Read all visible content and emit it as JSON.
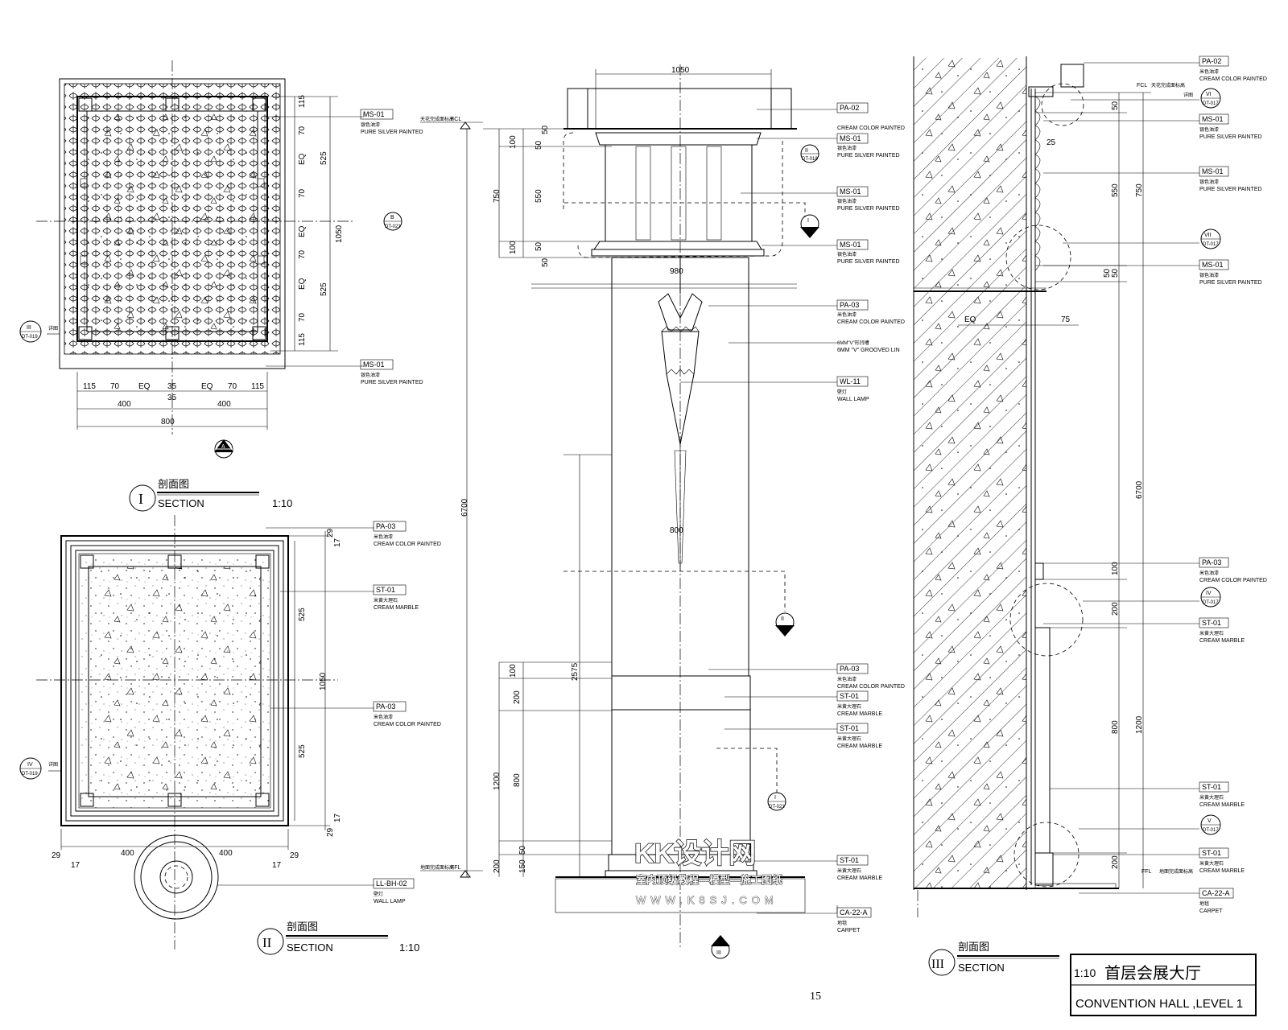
{
  "sheet": {
    "page_number": "15",
    "title_zh": "首层会展大厅",
    "title_en": "CONVENTION HALL ,LEVEL 1",
    "scale": "1:10"
  },
  "watermark": {
    "brand": "KK设计网",
    "tagline": "室内顶级教程—模型—施工图纸",
    "url": "WWW.K8SJ.COM"
  },
  "section_i": {
    "num": "I",
    "title_zh": "剖面图",
    "title_en": "SECTION",
    "scale": "1:10",
    "bottom_dims": [
      "115",
      "70",
      "EQ",
      "35",
      "EQ",
      "70",
      "115"
    ],
    "mid_dims": [
      "400",
      "35",
      "400"
    ],
    "total_dim": "800",
    "right_dims": [
      "115",
      "70",
      "EQ",
      "70",
      "EQ",
      "70",
      "EQ",
      "70",
      "115"
    ],
    "outer_dims": [
      "525",
      "1050",
      "525"
    ],
    "tags": [
      {
        "code": "MS-01",
        "zh": "银色油漆",
        "en": "PURE SILVER PAINTED"
      },
      {
        "code": "MS-01",
        "zh": "银色油漆",
        "en": "PURE SILVER PAINTED"
      }
    ],
    "marker_b": {
      "letter": "B",
      "ref": "DT-021"
    },
    "marker_a": "A",
    "detail_left": {
      "num": "III",
      "ref": "DT-019",
      "label": "详图"
    }
  },
  "section_ii": {
    "num": "II",
    "title_zh": "剖面图",
    "title_en": "SECTION",
    "scale": "1:10",
    "top_dims": [
      "29",
      "17"
    ],
    "right_dims": [
      "525",
      "1050",
      "525"
    ],
    "bottom_right_dims": [
      "17",
      "29"
    ],
    "bottom_dims": [
      "29",
      "17",
      "400",
      "400",
      "17",
      "29"
    ],
    "tags": [
      {
        "code": "PA-03",
        "zh": "米色油漆",
        "en": "CREAM COLOR PAINTED"
      },
      {
        "code": "ST-01",
        "zh": "米黄大理石",
        "en": "CREAM MARBLE"
      },
      {
        "code": "PA-03",
        "zh": "米色油漆",
        "en": "CREAM COLOR PAINTED"
      },
      {
        "code": "LL-BH-02",
        "zh": "壁灯",
        "en": "WALL LAMP"
      }
    ],
    "detail_left": {
      "num": "IV",
      "ref": "DT-019",
      "label": "详图"
    }
  },
  "elevation": {
    "top_dim": "1050",
    "ffl_top": "FCL",
    "ffl_top_zh": "天花完成面标高",
    "ffl_bottom": "FFL",
    "ffl_bottom_zh": "地面完成面标高",
    "left_dims": [
      "50",
      "100",
      "50",
      "750",
      "550",
      "100",
      "50",
      "50"
    ],
    "overall_height": "6700",
    "lamp_height": "2575",
    "base_dims": [
      "100",
      "200",
      "1200",
      "800",
      "200",
      "150",
      "50"
    ],
    "width_labels": [
      "980",
      "800"
    ],
    "tags": [
      {
        "code": "PA-02",
        "zh": "米色油漆",
        "en": "CREAM COLOR PAINTED"
      },
      {
        "code": "MS-01",
        "zh": "银色油漆",
        "en": "PURE SILVER PAINTED"
      },
      {
        "code": "MS-01",
        "zh": "银色油漆",
        "en": "PURE SILVER PAINTED"
      },
      {
        "code": "MS-01",
        "zh": "银色油漆",
        "en": "PURE SILVER PAINTED"
      },
      {
        "code": "PA-03",
        "zh": "米色油漆",
        "en": "CREAM COLOR PAINTED"
      },
      {
        "code": "",
        "zh": "6MM\"V\"形凹槽",
        "en": "6MM \"V\" GROOVED LIN"
      },
      {
        "code": "WL-11",
        "zh": "壁灯",
        "en": "WALL LAMP"
      },
      {
        "code": "PA-03",
        "zh": "米色油漆",
        "en": "CREAM COLOR PAINTED"
      },
      {
        "code": "ST-01",
        "zh": "米黄大理石",
        "en": "CREAM MARBLE"
      },
      {
        "code": "ST-01",
        "zh": "米黄大理石",
        "en": "CREAM MARBLE"
      },
      {
        "code": "ST-01",
        "zh": "米黄大理石",
        "en": "CREAM MARBLE"
      },
      {
        "code": "CA-22-A",
        "zh": "地毯",
        "en": "CARPET"
      }
    ],
    "marker_ii_ref": {
      "num": "II",
      "ref": "DT-018"
    },
    "marker_i": "I",
    "marker_ii": "II",
    "marker_iii": "III",
    "marker_i_b": {
      "num": "I",
      "ref": "DT-021"
    }
  },
  "section_iii": {
    "num": "III",
    "title_zh": "剖面图",
    "title_en": "SECTION",
    "ffl_top": "FCL",
    "ffl_top_zh": "天花完成面标高",
    "ffl_bottom": "FFL",
    "ffl_bottom_zh": "地面完成面标高",
    "right_dims": [
      "50",
      "25",
      "550",
      "50",
      "50",
      "750",
      "6700",
      "100",
      "200",
      "1200",
      "800",
      "200"
    ],
    "eq_label": "EQ",
    "eq_dim": "75",
    "tags": [
      {
        "code": "PA-02",
        "zh": "米色油漆",
        "en": "CREAM COLOR PAINTED"
      },
      {
        "code": "MS-01",
        "zh": "银色油漆",
        "en": "PURE SILVER PAINTED"
      },
      {
        "code": "MS-01",
        "zh": "银色油漆",
        "en": "PURE SILVER PAINTED"
      },
      {
        "code": "MS-01",
        "zh": "银色油漆",
        "en": "PURE SILVER PAINTED"
      },
      {
        "code": "PA-03",
        "zh": "米色油漆",
        "en": "CREAM COLOR PAINTED"
      },
      {
        "code": "ST-01",
        "zh": "米黄大理石",
        "en": "CREAM MARBLE"
      },
      {
        "code": "ST-01",
        "zh": "米黄大理石",
        "en": "CREAM MARBLE"
      },
      {
        "code": "ST-01",
        "zh": "米黄大理石",
        "en": "CREAM MARBLE"
      },
      {
        "code": "CA-22-A",
        "zh": "地毯",
        "en": "CARPET"
      }
    ],
    "details": [
      {
        "num": "VI",
        "ref": "DT-017"
      },
      {
        "num": "VII",
        "ref": "DT-017"
      },
      {
        "num": "IV",
        "ref": "DT-017"
      },
      {
        "num": "V",
        "ref": "DT-017"
      }
    ],
    "detail_label": "详图"
  }
}
